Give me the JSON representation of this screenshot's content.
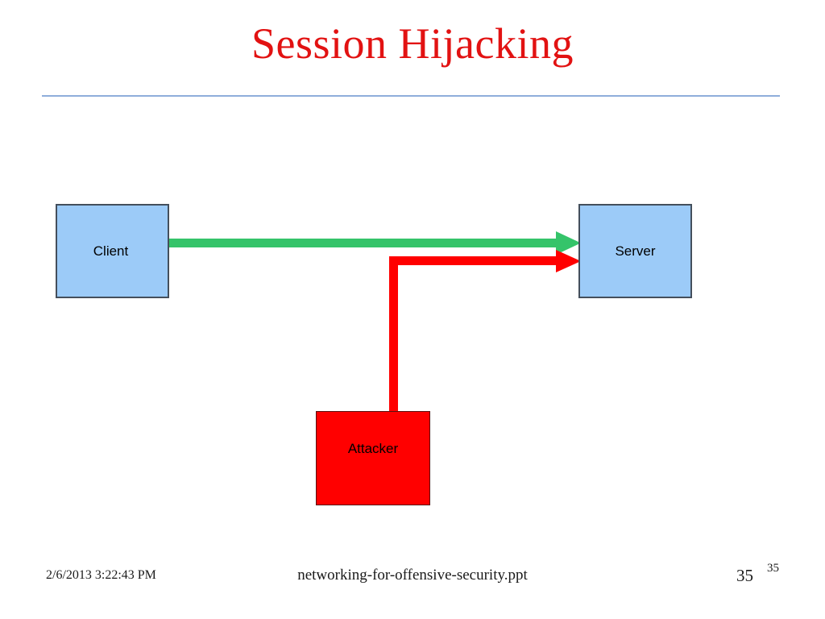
{
  "slide": {
    "title": "Session Hijacking",
    "title_color": "#E21212",
    "background": "#ffffff",
    "divider_color": "#8FAEDB"
  },
  "diagram": {
    "type": "network-attack-flow",
    "nodes": [
      {
        "id": "client",
        "label": "Client",
        "fill": "#9CCBF8",
        "border": "#444f5c",
        "text_color": "#000000"
      },
      {
        "id": "server",
        "label": "Server",
        "fill": "#9CCBF8",
        "border": "#444f5c",
        "text_color": "#000000"
      },
      {
        "id": "attacker",
        "label": "Attacker",
        "fill": "#FF0000",
        "border": "#5a1010",
        "text_color": "#000000"
      }
    ],
    "connectors": [
      {
        "id": "client-to-server",
        "from": "client",
        "to": "server",
        "color": "#35C46A",
        "style": "straight-arrow",
        "meaning": "legitimate-session"
      },
      {
        "id": "attacker-to-server",
        "from": "attacker",
        "to": "server",
        "color": "#FF0000",
        "style": "elbow-arrow",
        "meaning": "hijacked-session"
      }
    ]
  },
  "footer": {
    "date": "2/6/2013 3:22:43 PM",
    "filename": "networking-for-offensive-security.ppt",
    "page_number": "35",
    "page_number_small": "35"
  }
}
